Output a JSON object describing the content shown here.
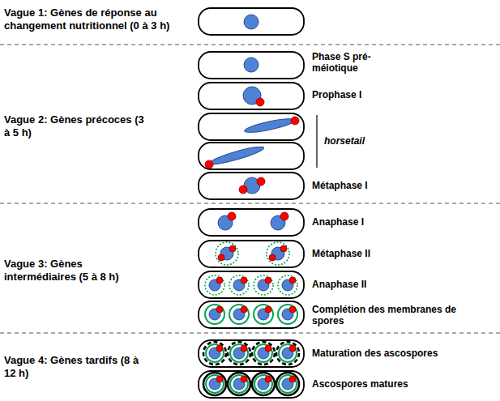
{
  "diagram": {
    "labels": [
      "Vague 1: Gènes de réponse au changement nutritionnel (0 à 3 h)",
      "Phase S pré-méiotique",
      "Prophase I",
      "horsetail",
      "Métaphase I",
      "Vague 2: Gènes précoces (3 à 5 h)",
      "Anaphase I",
      "Métaphase II",
      "Anaphase II",
      "Complétion des membranes de spores",
      "Vague 3: Gènes intermédiaires (5 à 8 h)",
      "Maturation des ascospores",
      "Ascospores matures",
      "Vague 4: Gènes tardifs (8 à 12 h)"
    ]
  }
}
